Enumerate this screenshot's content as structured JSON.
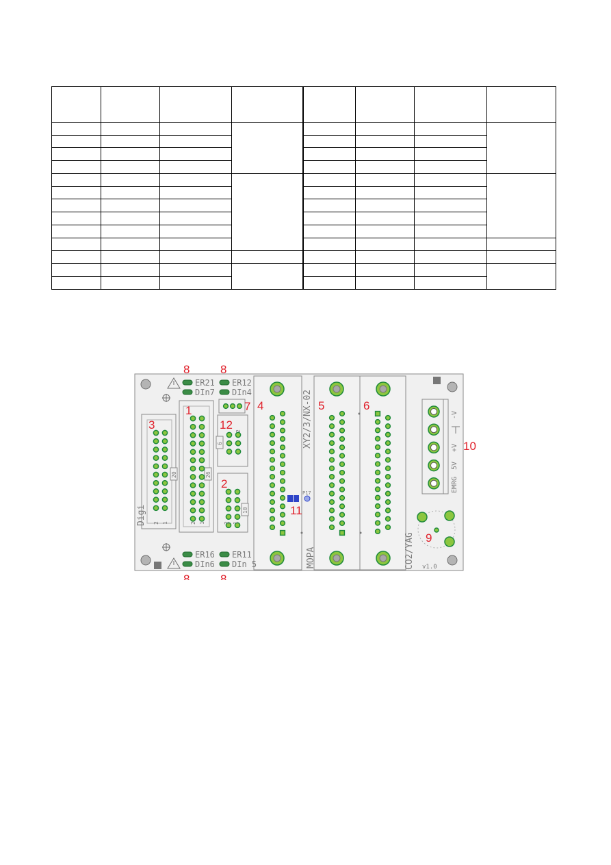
{
  "table": {
    "rows": 14,
    "columns": 8
  },
  "board": {
    "silk": {
      "er21": "ER21",
      "din7": "DIn7",
      "er12": "ER12",
      "din4": "DIn4",
      "er16": "ER16",
      "din6": "DIn6",
      "er11": "ER11",
      "din5": "DIn 5",
      "xy": "XY2/3/NX-02",
      "mopa": "MOPA",
      "co2": "CO2/YAG",
      "digi": "Digi",
      "p17": "P17",
      "version": "v1.0",
      "pwr_neg": "-V",
      "pwr_pos": "+V",
      "pwr_5v": "5V",
      "pwr_emrg": "EMRG",
      "h20": "20",
      "h26": "26",
      "h10": "10",
      "h6": "6",
      "pin1": "1",
      "pin2": "2"
    },
    "callouts": {
      "c1": "1",
      "c2": "2",
      "c3": "3",
      "c4": "4",
      "c5": "5",
      "c6": "6",
      "c7": "7",
      "c8": "8",
      "c9": "9",
      "c10": "10",
      "c11": "11",
      "c12": "12"
    },
    "colors": {
      "pad_ring": "#1f8a3c",
      "pad_fill": "#8cc63f",
      "callout": "#e0212b",
      "led": "#2e44c8",
      "board_fill": "#f0f0f0",
      "outline": "#8a8a8a"
    }
  }
}
